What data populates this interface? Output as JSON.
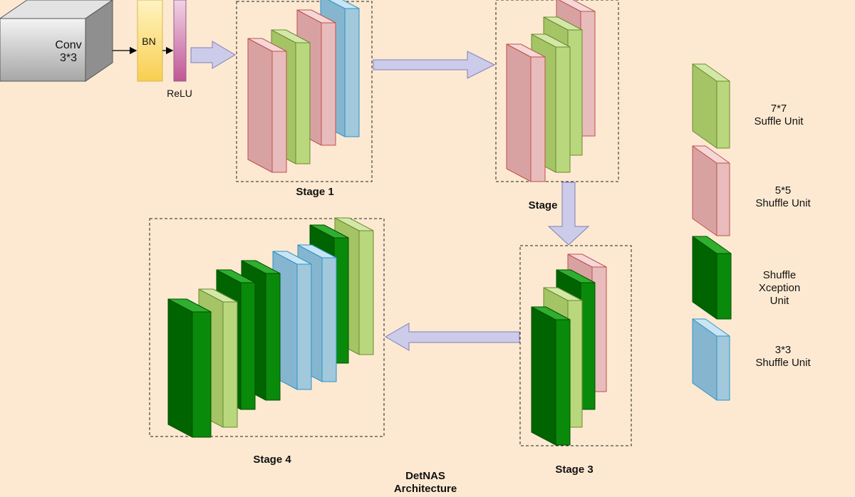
{
  "stem": {
    "conv_label_line1": "Conv",
    "conv_label_line2": "3*3",
    "bn_label": "BN",
    "relu_label": "ReLU"
  },
  "stages": {
    "stage1_label": "Stage 1",
    "stage2_label": "Stage",
    "stage3_label": "Stage 3",
    "stage4_label": "Stage 4"
  },
  "title": {
    "line1": "DetNAS",
    "line2": "Architecture"
  },
  "legend": {
    "items": [
      {
        "line1": "7*7",
        "line2": "Suffle Unit",
        "line3": ""
      },
      {
        "line1": "5*5",
        "line2": "Shuffle Unit",
        "line3": ""
      },
      {
        "line1": "Shuffle",
        "line2": "Xception",
        "line3": "Unit"
      },
      {
        "line1": "3*3",
        "line2": "Shuffle Unit",
        "line3": ""
      }
    ]
  },
  "colors": {
    "background": "#fde9d2",
    "light_green": "#b9d77c",
    "pink": "#e8bcbc",
    "dark_green": "#0a8a0a",
    "light_blue": "#a2c8dc",
    "arrow": "#cccbe9",
    "bn_yellow": "#fde08a",
    "relu_magenta": "#cf72a9",
    "conv_gray": "#bfbfbf"
  }
}
